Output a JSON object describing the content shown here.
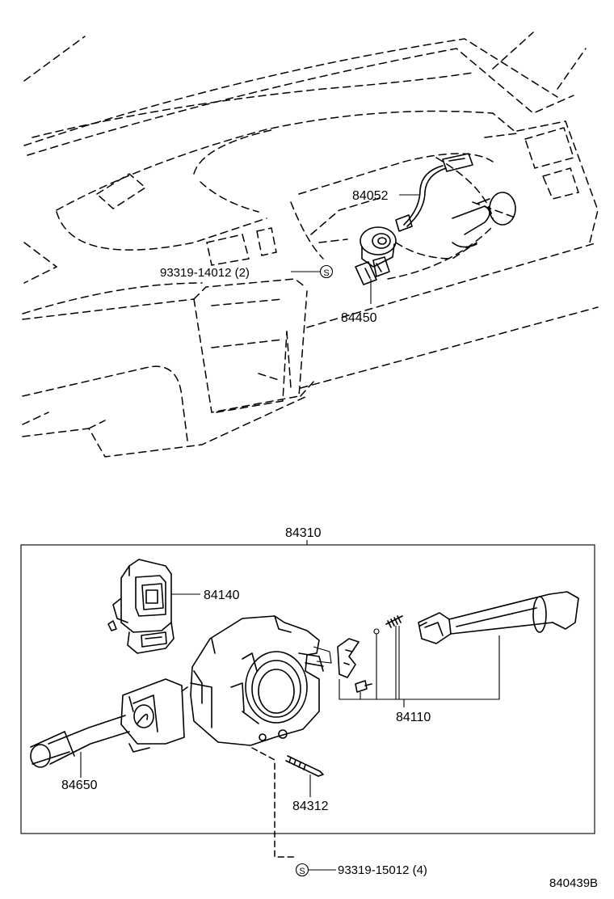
{
  "parts": {
    "antenna_cord": "84052",
    "ignition_switch": "84450",
    "screw_upper": "93319-14012 (2)",
    "combination_switch": "84310",
    "hazard_switch": "84140",
    "wiper_switch": "84110",
    "headlight_switch": "84650",
    "pin": "84312",
    "screw_lower": "93319-15012 (4)",
    "figure_id": "840439B"
  },
  "symbols": {
    "screw_mark": "S"
  }
}
